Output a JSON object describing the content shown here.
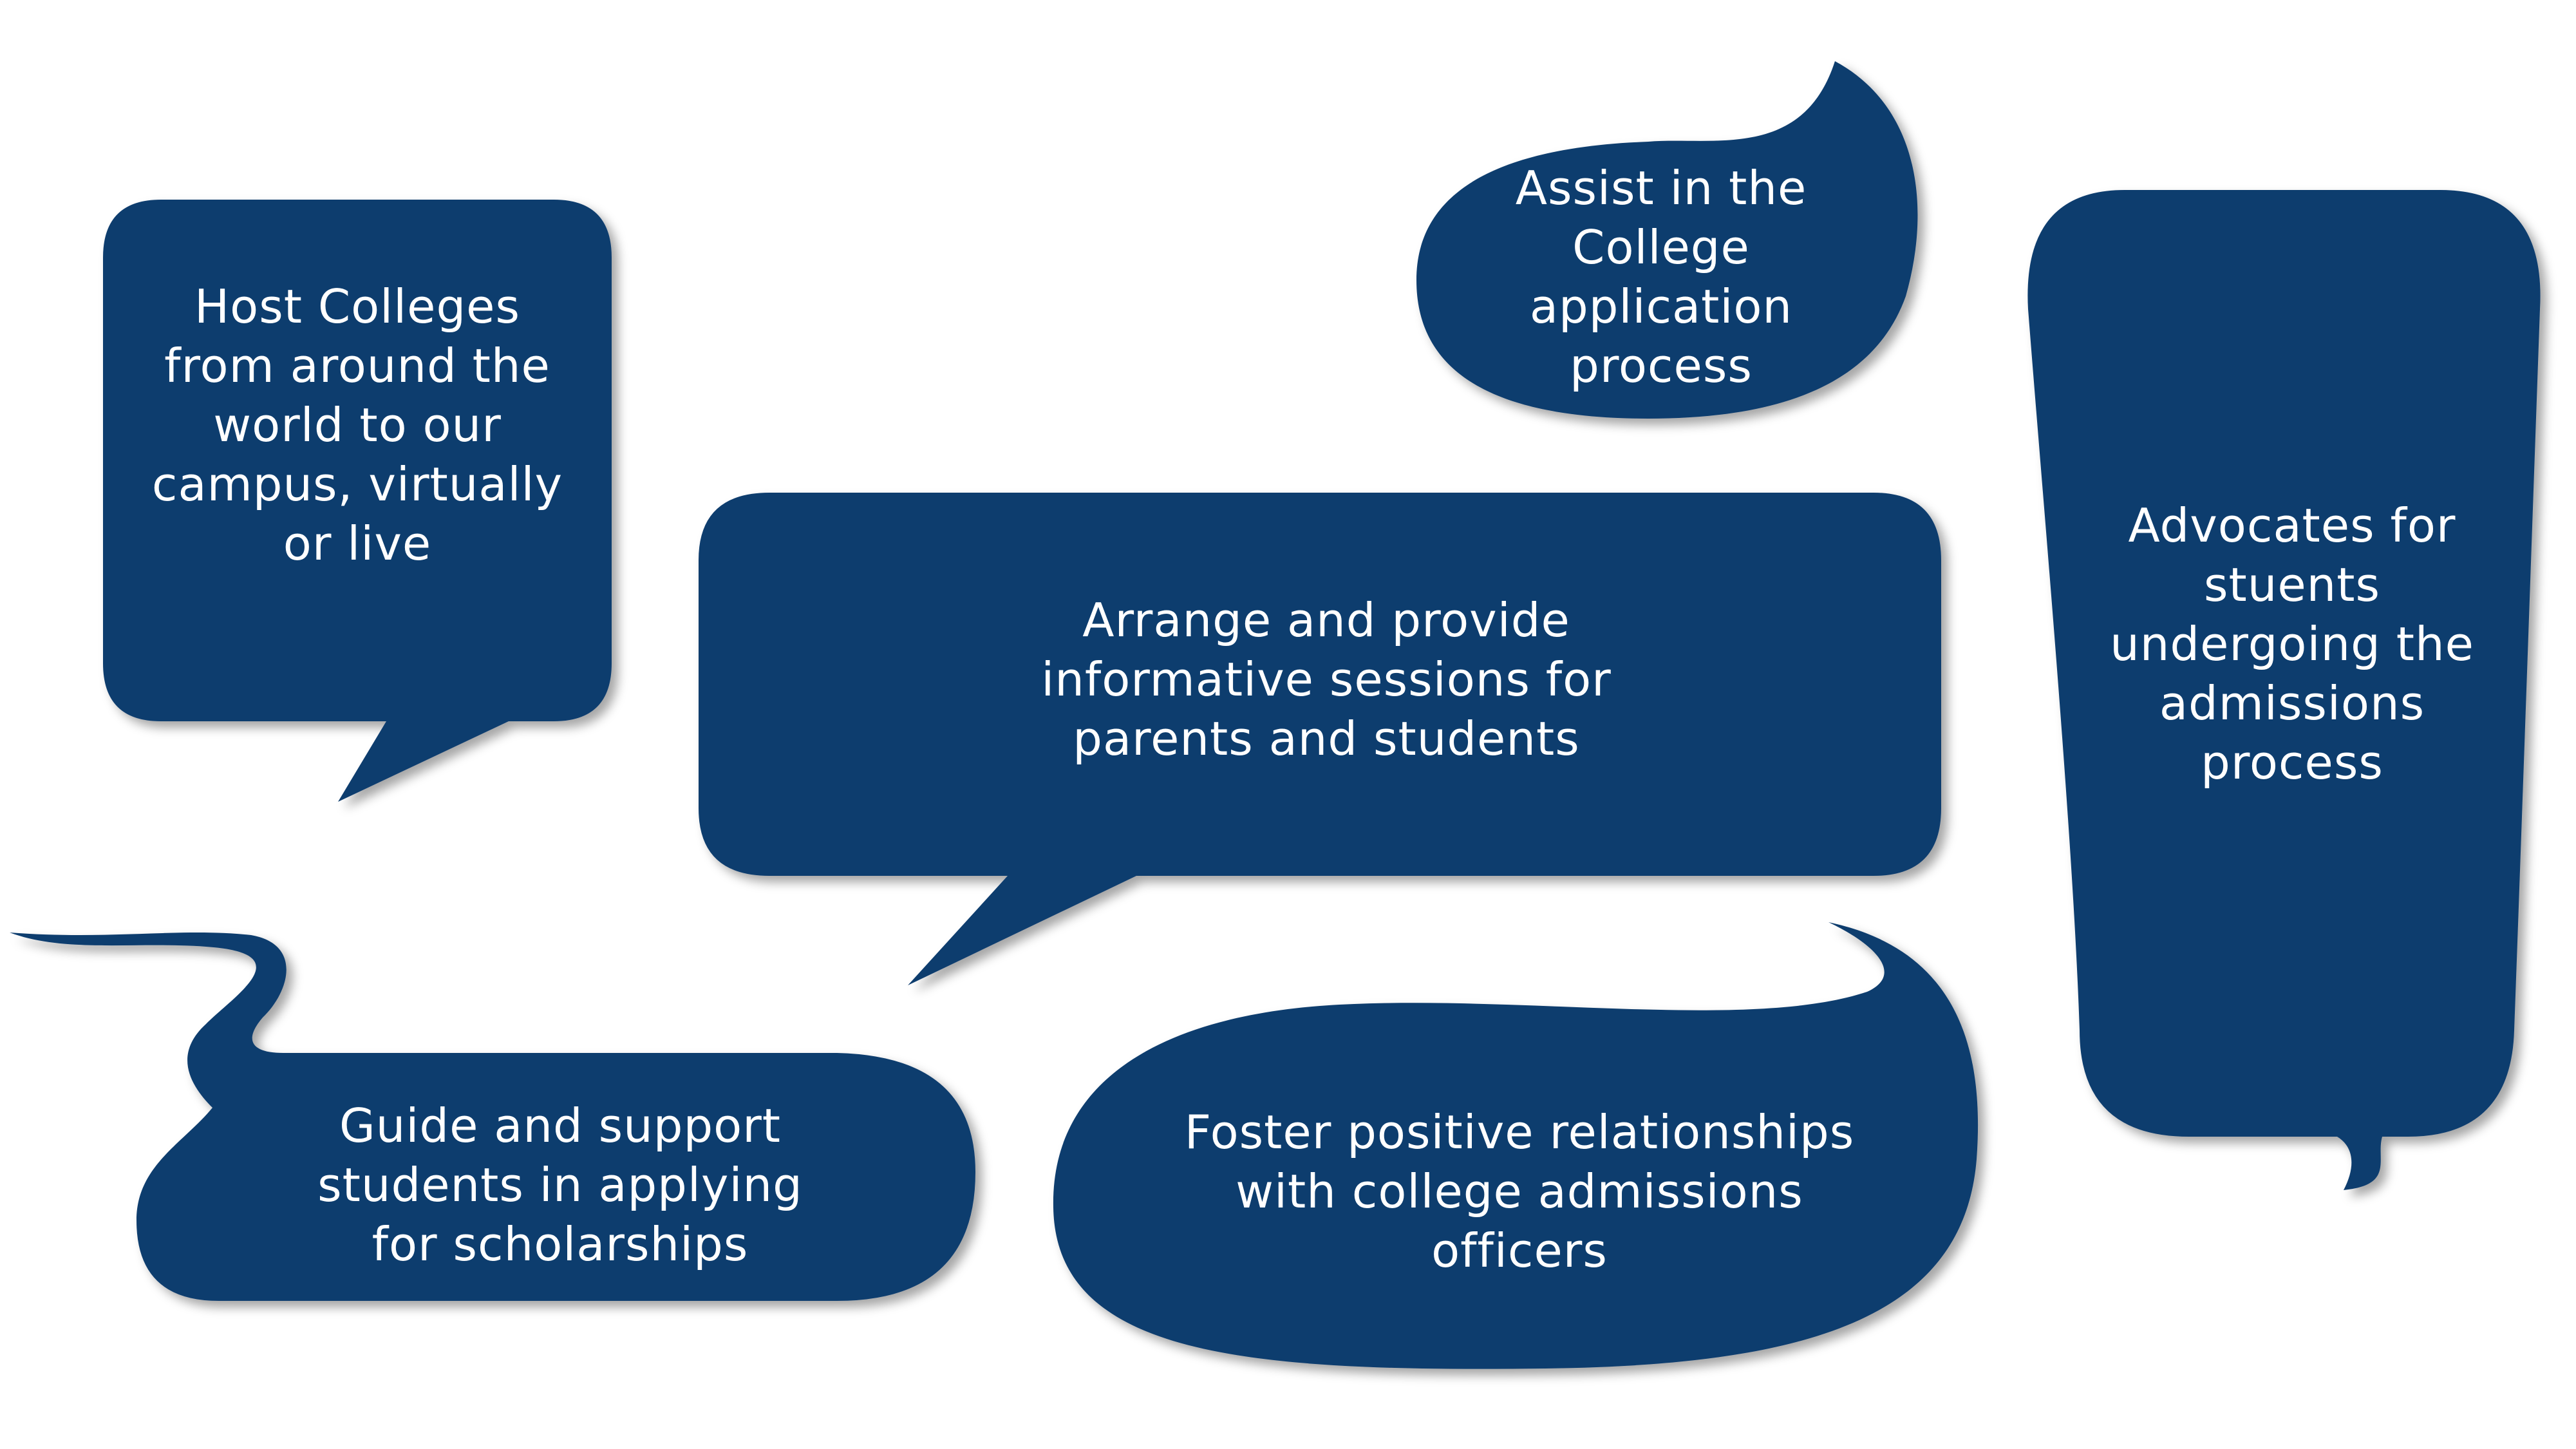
{
  "colors": {
    "bubble_fill": "#0f3c6e",
    "text": "#ffffff",
    "background": "#ffffff"
  },
  "bubbles": {
    "host_colleges": {
      "text": "Host Colleges\nfrom around the\nworld to our\ncampus, virtually\nor live"
    },
    "assist_application": {
      "text": "Assist in the\nCollege\napplication\nprocess"
    },
    "advocates": {
      "text": "Advocates for\nstuents\nundergoing the\nadmissions\nprocess"
    },
    "arrange_sessions": {
      "text": "Arrange and provide\ninformative sessions for\nparents and students"
    },
    "guide_scholarships": {
      "text": "Guide and support\nstudents in applying\nfor scholarships"
    },
    "foster_relationships": {
      "text": "Foster positive relationships\nwith college admissions\nofficers"
    }
  }
}
